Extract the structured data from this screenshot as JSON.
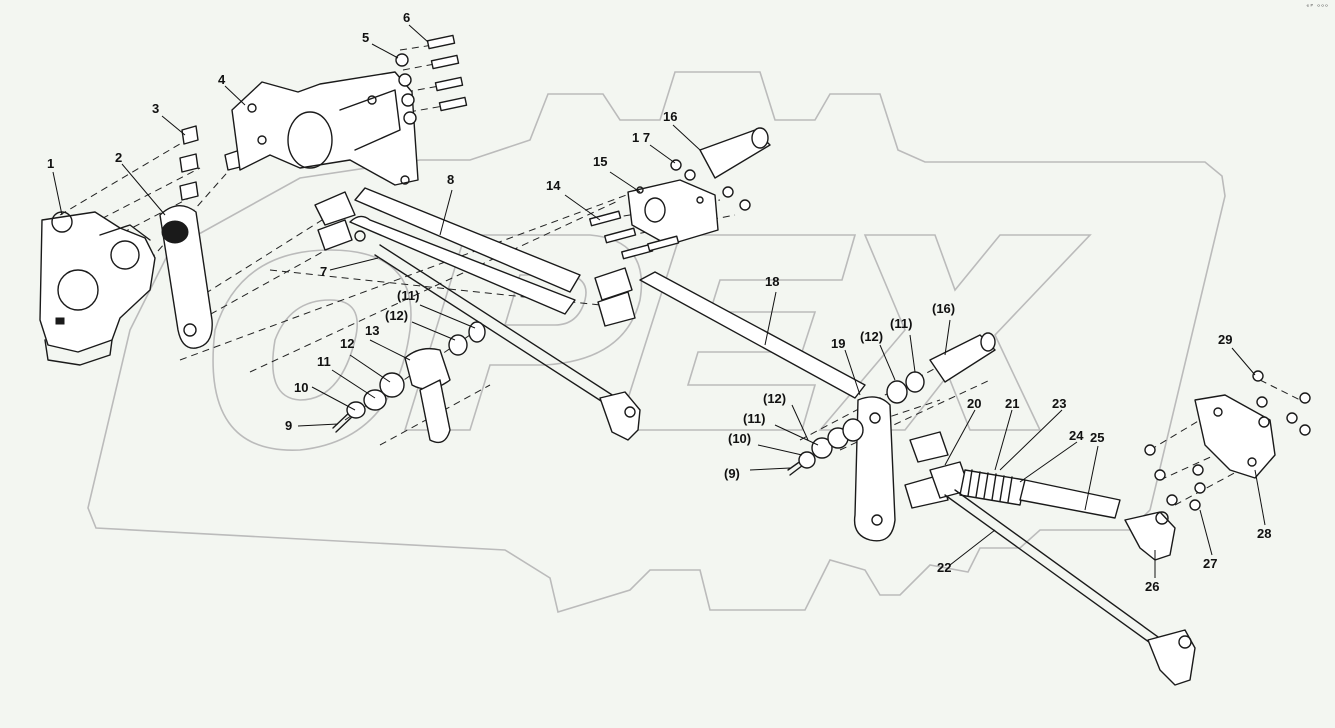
{
  "corner_mark": "ᵉᴾ ᵒᵒᵒ",
  "watermark": {
    "text": "OPEX"
  },
  "callouts": [
    {
      "id": "c1",
      "text": "1"
    },
    {
      "id": "c2",
      "text": "2"
    },
    {
      "id": "c3",
      "text": "3"
    },
    {
      "id": "c4",
      "text": "4"
    },
    {
      "id": "c5",
      "text": "5"
    },
    {
      "id": "c6",
      "text": "6"
    },
    {
      "id": "c7",
      "text": "7"
    },
    {
      "id": "c8",
      "text": "8"
    },
    {
      "id": "c9",
      "text": "9"
    },
    {
      "id": "c10",
      "text": "10"
    },
    {
      "id": "c11",
      "text": "11"
    },
    {
      "id": "c12",
      "text": "12"
    },
    {
      "id": "c13",
      "text": "13"
    },
    {
      "id": "c11p",
      "text": "(11)"
    },
    {
      "id": "c12p",
      "text": "(12)"
    },
    {
      "id": "c14",
      "text": "14"
    },
    {
      "id": "c15",
      "text": "15"
    },
    {
      "id": "c16",
      "text": "16"
    },
    {
      "id": "c17",
      "text": "1 7"
    },
    {
      "id": "c18",
      "text": "18"
    },
    {
      "id": "c19",
      "text": "19"
    },
    {
      "id": "c12b",
      "text": "(12)"
    },
    {
      "id": "c11b",
      "text": "(11)"
    },
    {
      "id": "c16b",
      "text": "(16)"
    },
    {
      "id": "c12c",
      "text": "(12)"
    },
    {
      "id": "c11c",
      "text": "(11)"
    },
    {
      "id": "c10b",
      "text": "(10)"
    },
    {
      "id": "c9b",
      "text": "(9)"
    },
    {
      "id": "c20",
      "text": "20"
    },
    {
      "id": "c21",
      "text": "21"
    },
    {
      "id": "c23",
      "text": "23"
    },
    {
      "id": "c24",
      "text": "24"
    },
    {
      "id": "c25",
      "text": "25"
    },
    {
      "id": "c22",
      "text": "22"
    },
    {
      "id": "c26",
      "text": "26"
    },
    {
      "id": "c27",
      "text": "27"
    },
    {
      "id": "c28",
      "text": "28"
    },
    {
      "id": "c29",
      "text": "29"
    }
  ]
}
